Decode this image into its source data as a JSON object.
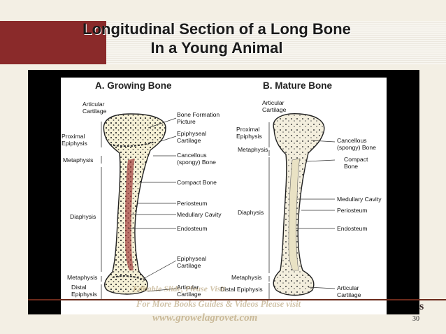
{
  "slide": {
    "title_line1": "Longitudinal Section of a Long Bone",
    "title_line2": "In a Young Animal",
    "page_number": "30",
    "corner_glyph": "s"
  },
  "figure": {
    "heading_a": "A. Growing Bone",
    "heading_b": "B. Mature Bone",
    "labels_a": {
      "articular_cartilage_top": "Articular Cartilage",
      "proximal_epiphysis": "Proximal Epiphysis",
      "metaphysis_top": "Metaphysis",
      "diaphysis": "Diaphysis",
      "metaphysis_bottom": "Metaphysis",
      "distal_epiphysis": "Distal Epiphysis",
      "bone_formation_picture": "Bone Formation Picture",
      "epiphyseal_cartilage_top": "Epiphyseal Cartilage",
      "cancellous_bone": "Cancellous (spongy) Bone",
      "compact_bone": "Compact Bone",
      "periosteum": "Periosteum",
      "medullary_cavity": "Medullary Cavity",
      "endosteum": "Endosteum",
      "epiphyseal_cartilage_bottom": "Epiphyseal Cartilage",
      "articular_cartilage_bottom": "Articular Cartilage"
    },
    "labels_b": {
      "articular_cartilage_top": "Articular Cartilage",
      "proximal_epiphysis": "Proximal Epiphysis",
      "metaphysis_top": "Metaphysis",
      "diaphysis": "Diaphysis",
      "metaphysis_bottom": "Metaphysis",
      "distal_epiphysis": "Distal Epiphysis",
      "cancellous_bone": "Cancellous (spongy) Bone",
      "compact_bone": "Compact Bone",
      "medullary_cavity": "Medullary Cavity",
      "periosteum": "Periosteum",
      "endosteum": "Endosteum",
      "articular_cartilage_bottom": "Articular Cartilage"
    }
  },
  "watermark": {
    "line1": "Editable Slide, Please Visit",
    "line2": "For More Books Guides & Videos Please visit",
    "url": "www.growelagrovet.com"
  },
  "colors": {
    "title_band_accent": "#8a2a2a",
    "footer_rule": "#6b2a1b"
  }
}
